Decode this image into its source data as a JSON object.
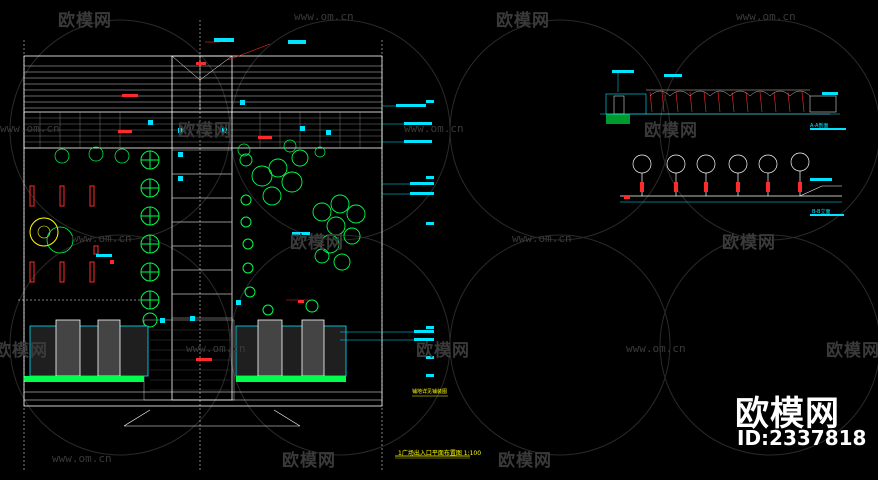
{
  "watermark": {
    "logo_text": "欧模网",
    "url_text": "www.om.cn"
  },
  "brand": {
    "name": "欧模网",
    "id_text": "ID:2337818"
  },
  "drawing": {
    "plan_title": "1广场出入口平面布置图 1:100",
    "plan_note": "铺地详见铺装图",
    "section_title": "A-A剖面",
    "elevation_title": "B-B立面",
    "colors": {
      "line": "#ffffff",
      "cyan": "#00e5ff",
      "green": "#00ff4c",
      "red": "#ff2a2a",
      "yellow": "#ffff00",
      "blue": "#2f6bff"
    }
  }
}
